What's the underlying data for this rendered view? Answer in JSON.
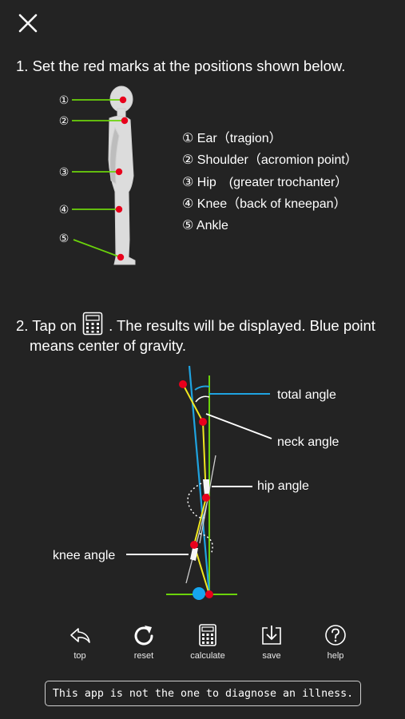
{
  "step1": {
    "text": "1. Set the red marks at the positions shown below."
  },
  "figure": {
    "markers": [
      "①",
      "②",
      "③",
      "④",
      "⑤"
    ]
  },
  "legend": {
    "items": [
      "① Ear（tragion）",
      "② Shoulder（acromion point）",
      "③ Hip　(greater trochanter）",
      "④ Knee（back of kneepan）",
      "⑤ Ankle"
    ]
  },
  "step2": {
    "before_icon": "2. Tap on",
    "after_icon": ". The results will be displayed. Blue point",
    "line2": "means center of gravity."
  },
  "posture": {
    "total_angle": "total angle",
    "neck_angle": "neck angle",
    "hip_angle": "hip angle",
    "knee_angle": "knee angle"
  },
  "toolbar": {
    "top": "top",
    "reset": "reset",
    "calculate": "calculate",
    "save": "save",
    "help": "help"
  },
  "disclaimer": "This app is not the one to diagnose an illness.",
  "colors": {
    "background": "#232323",
    "marker_red": "#e8001c",
    "line_green": "#6bd30b",
    "line_blue": "#1fa3e0",
    "line_yellow": "#f0e71f",
    "cog_blue": "#16a6ef"
  }
}
